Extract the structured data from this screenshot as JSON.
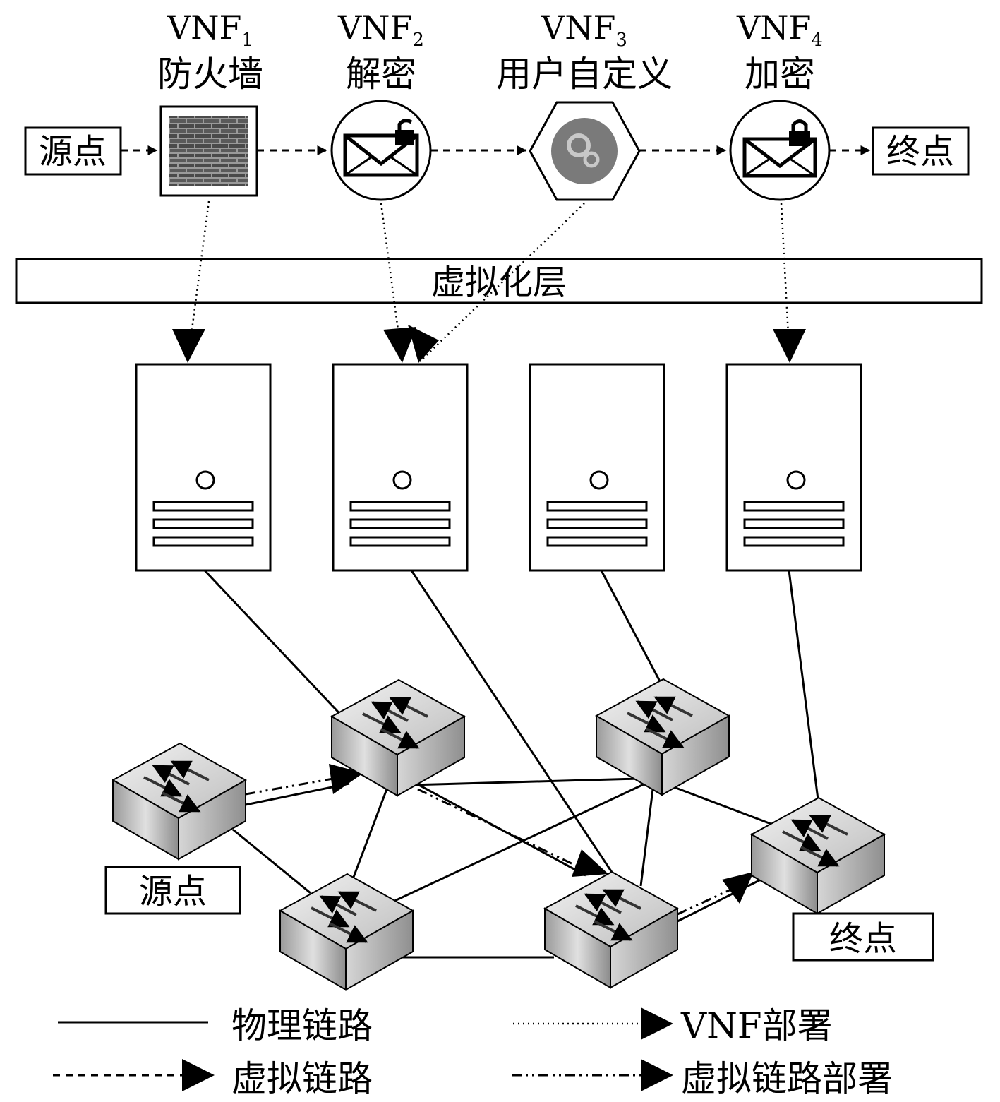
{
  "vnfs": [
    {
      "name": "VNF",
      "index": "1",
      "desc": "防火墙"
    },
    {
      "name": "VNF",
      "index": "2",
      "desc": "解密"
    },
    {
      "name": "VNF",
      "index": "3",
      "desc": "用户自定义"
    },
    {
      "name": "VNF",
      "index": "4",
      "desc": "加密"
    }
  ],
  "chain": {
    "source": "源点",
    "sink": "终点"
  },
  "virtualization_layer": "虚拟化层",
  "physical": {
    "source": "源点",
    "sink": "终点"
  },
  "legend": {
    "physical_link": "物理链路",
    "virtual_link": "虚拟链路",
    "vnf_deploy": "VNF部署",
    "vlink_deploy": "虚拟链路部署"
  },
  "colors": {
    "stroke": "#000000",
    "switch_body": "#c9c9c9",
    "gear": "#7a7a7a"
  }
}
